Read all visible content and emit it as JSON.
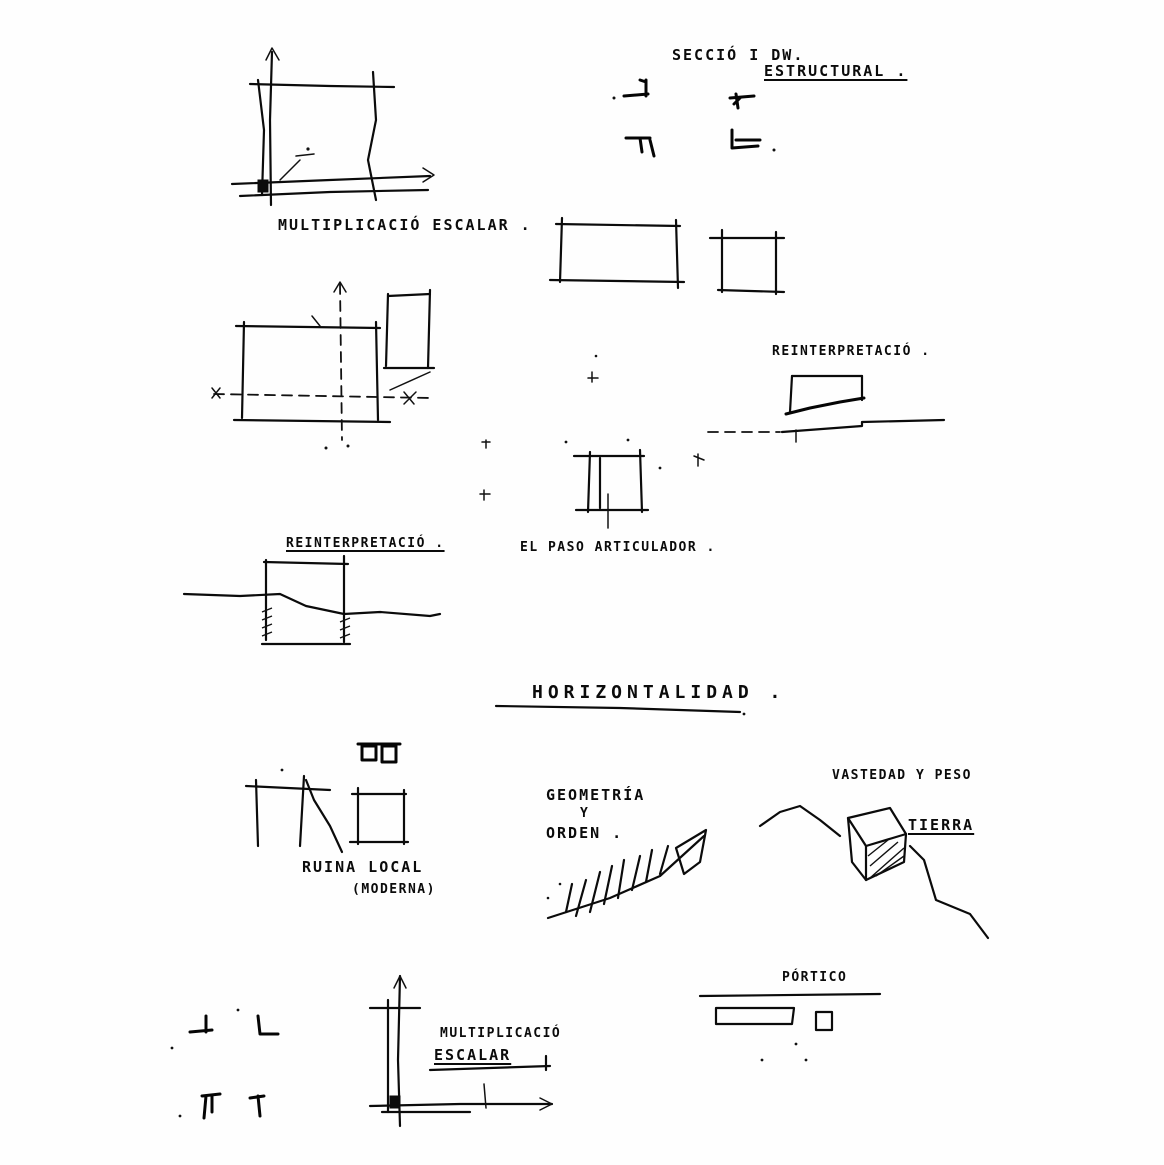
{
  "labels": {
    "seccio": "SECCIÓ I DW.",
    "estructural": "ESTRUCTURAL .",
    "multiplicacio_escalar_top": "MULTIPLICACIÓ ESCALAR .",
    "reinterpretacio_right": "REINTERPRETACIÓ .",
    "reinterpretacio_left": "REINTERPRETACIÓ .",
    "el_paso_articulador": "EL PASO ARTICULADOR .",
    "horizontalidad": "HORIZONTALIDAD .",
    "geometria": "GEOMETRÍA",
    "y": "Y",
    "orden": "ORDEN .",
    "vastedad": "VASTEDAD Y PESO",
    "tierra": "TIERRA",
    "ruina_local": "RUINA LOCAL",
    "moderna": "(MODERNA)",
    "portico": "PÓRTICO",
    "multiplicacio": "MULTIPLICACIÓ",
    "escalar": "ESCALAR"
  }
}
